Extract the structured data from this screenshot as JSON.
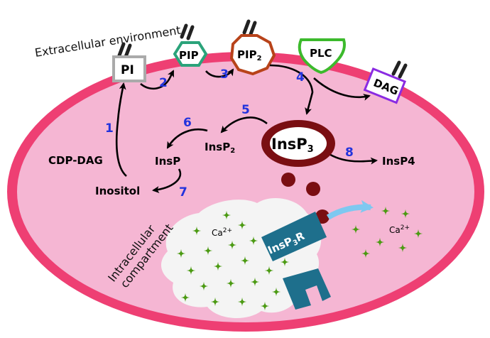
{
  "labels": {
    "extracellular": "Extracellular environment",
    "intracellular_line1": "Intracellular",
    "intracellular_line2": "compartment",
    "pi": "PI",
    "pip": "PIP",
    "pip2_base": "PIP",
    "pip2_sub": "2",
    "plc": "PLC",
    "dag": "DAG",
    "cdp_dag": "CDP-DAG",
    "inositol": "Inositol",
    "insp": "InsP",
    "insp2_base": "InsP",
    "insp2_sub": "2",
    "insp3_base": "InsP",
    "insp3_sub": "3",
    "insp4": "InsP4",
    "insp3r_a": "InsP",
    "insp3r_sub": "3",
    "insp3r_b": "R",
    "ca_base": "Ca",
    "ca_sup": "2+"
  },
  "steps": [
    "1",
    "2",
    "3",
    "4",
    "5",
    "6",
    "7",
    "8"
  ],
  "colors": {
    "cell_fill": "#f5b6d3",
    "cell_border": "#ee3f73",
    "pip_border": "#2aa37a",
    "pip2_border": "#b8431a",
    "plc_border": "#3cba2c",
    "dag_border": "#8a2be2",
    "insp3_ring": "#7a0e12",
    "receptor": "#1e6f8c",
    "calcium": "#4b9a12",
    "step_numbers": "#2233dd",
    "flux_arrow": "#7ec8f0"
  }
}
